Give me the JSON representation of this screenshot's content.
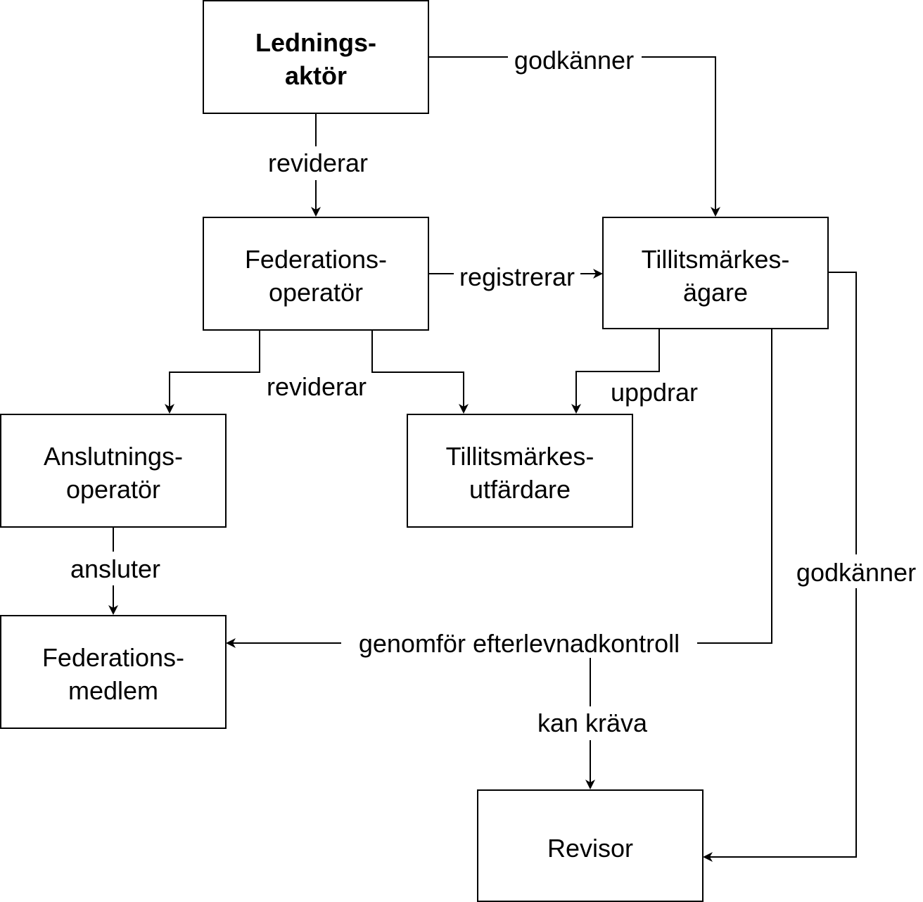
{
  "diagram": {
    "nodes": {
      "ledningsaktor": {
        "lines": [
          "Lednings-",
          "aktör"
        ],
        "bold": true
      },
      "federationsoperator": {
        "lines": [
          "Federations-",
          "operatör"
        ]
      },
      "tillitsmarkesagare": {
        "lines": [
          "Tillitsmärkes-",
          "ägare"
        ]
      },
      "anslutningsoperator": {
        "lines": [
          "Anslutnings-",
          "operatör"
        ]
      },
      "tillitsmarkesutfardare": {
        "lines": [
          "Tillitsmärkes-",
          "utfärdare"
        ]
      },
      "federationsmedlem": {
        "lines": [
          "Federations-",
          "medlem"
        ]
      },
      "revisor": {
        "lines": [
          "Revisor"
        ]
      }
    },
    "edges": {
      "ledning_godkanner_agare": {
        "from": "ledningsaktor",
        "to": "tillitsmarkesagare",
        "label": "godkänner"
      },
      "ledning_reviderar_fedop": {
        "from": "ledningsaktor",
        "to": "federationsoperator",
        "label": "reviderar"
      },
      "fedop_registrerar_agare": {
        "from": "federationsoperator",
        "to": "tillitsmarkesagare",
        "label": "registrerar"
      },
      "fedop_reviderar_children": {
        "from": "federationsoperator",
        "to": [
          "anslutningsoperator",
          "tillitsmarkesutfardare"
        ],
        "label": "reviderar"
      },
      "agare_uppdrar_utfardare": {
        "from": "tillitsmarkesagare",
        "to": "tillitsmarkesutfardare",
        "label": "uppdrar"
      },
      "anslop_ansluter_medlem": {
        "from": "anslutningsoperator",
        "to": "federationsmedlem",
        "label": "ansluter"
      },
      "agare_kontroll_medlem": {
        "from": "tillitsmarkesagare",
        "to": "federationsmedlem",
        "label": "genomför efterlevnadkontroll"
      },
      "kontroll_kankrava_revisor": {
        "from": "agare_kontroll_medlem",
        "to": "revisor",
        "label": "kan kräva"
      },
      "agare_godkanner_revisor": {
        "from": "tillitsmarkesagare",
        "to": "revisor",
        "label": "godkänner"
      }
    }
  }
}
